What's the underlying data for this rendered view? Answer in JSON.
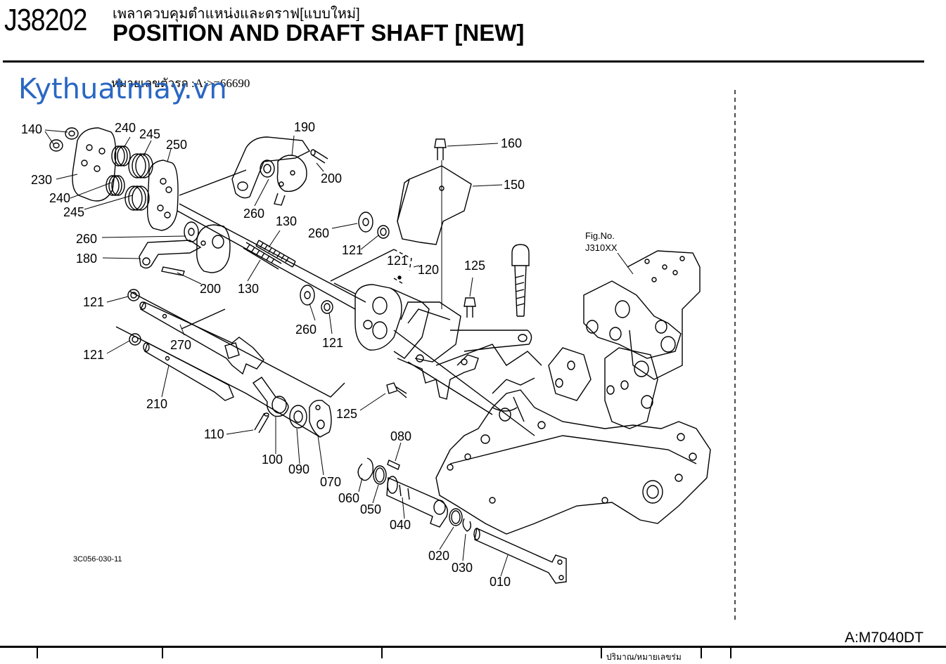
{
  "header": {
    "code": "J38202",
    "title_thai": "เพลาควบคุมตำแหน่งและดราฟ[แบบใหม่]",
    "title_en": "POSITION AND DRAFT SHAFT [NEW]",
    "serial_note": "หมายเลขตัวรถ :A:>=66690"
  },
  "watermark": "Kythuatmay.vn",
  "diagram": {
    "figure_ref": "Fig.No.",
    "figure_ref_code": "J310XX",
    "drawing_code": "3C056-030-11",
    "labels": {
      "l140": "140",
      "l240a": "240",
      "l245a": "245",
      "l250": "250",
      "l190": "190",
      "l230": "230",
      "l240b": "240",
      "l245b": "245",
      "l200a": "200",
      "l260a": "260",
      "l160": "160",
      "l150": "150",
      "l130a": "130",
      "l260b": "260",
      "l121a": "121",
      "l260c": "260",
      "l180": "180",
      "l121b": "121",
      "l120": "120",
      "l125a": "125",
      "l200b": "200",
      "l130b": "130",
      "l121c": "121",
      "l260d": "260",
      "l121d": "121",
      "l270": "270",
      "l121e": "121",
      "l210": "210",
      "l125b": "125",
      "l110": "110",
      "l080": "080",
      "l100": "100",
      "l090": "090",
      "l070": "070",
      "l060": "060",
      "l050": "050",
      "l040": "040",
      "l020": "020",
      "l030": "030",
      "l010": "010"
    }
  },
  "footer": {
    "model": "A:M7040DT",
    "bottom_thai": "ปริมาณ/หมายเลขร่ม"
  }
}
